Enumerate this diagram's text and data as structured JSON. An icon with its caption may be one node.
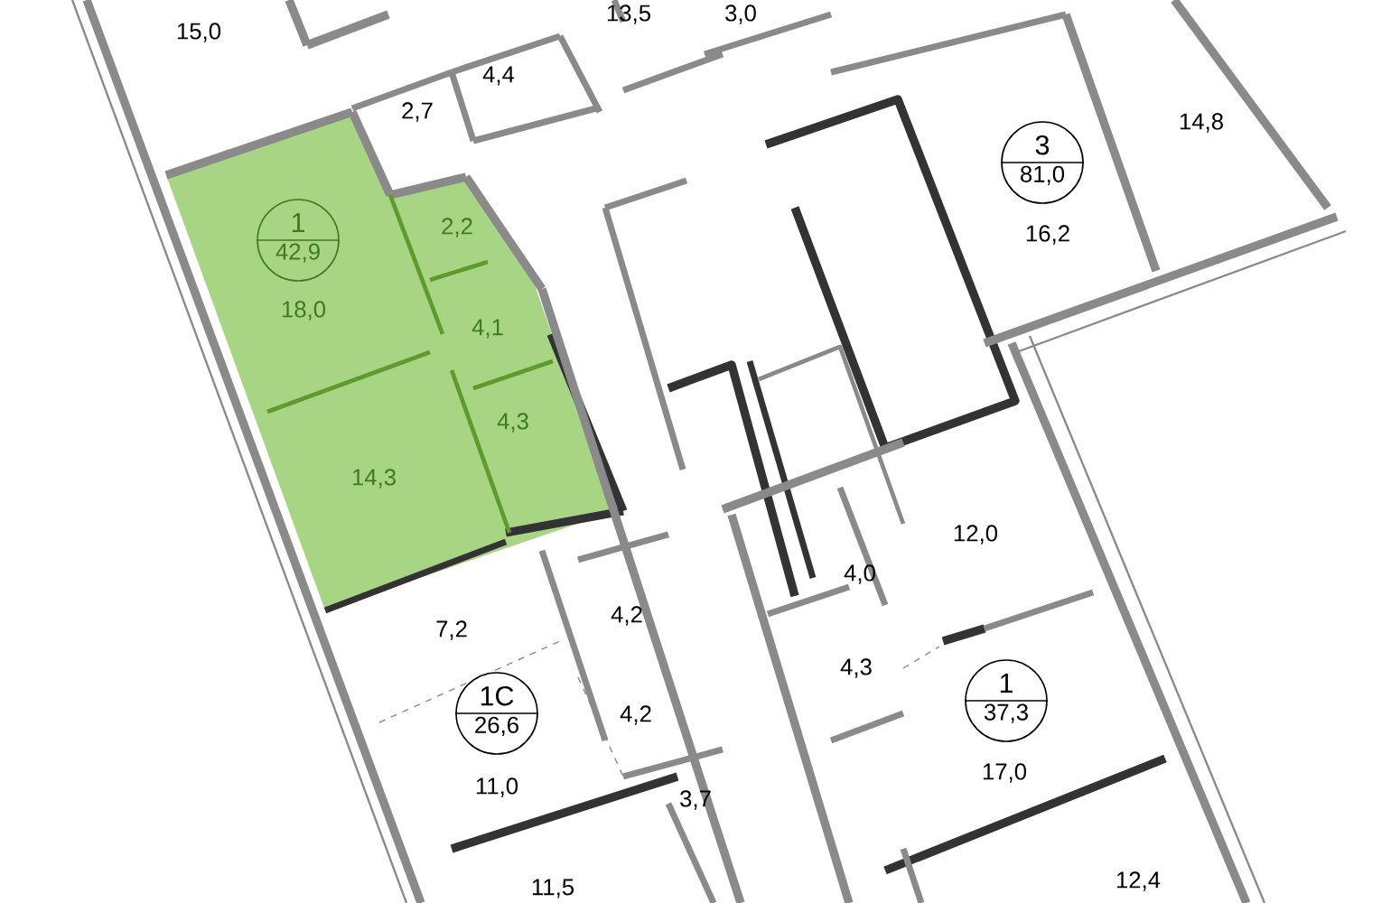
{
  "diagram": {
    "nodes": [
      {
        "text": [
          "1",
          "42,9"
        ]
      },
      {
        "text": [
          "3",
          "81,0"
        ]
      },
      {
        "text": [
          "1C",
          "26,6"
        ]
      },
      {
        "text": [
          "1",
          "37,3"
        ]
      }
    ],
    "labels": [
      "15,0",
      "13,5",
      "3,0",
      "4,4",
      "2,7",
      "14,8",
      "2,2",
      "16,2",
      "18,0",
      "4,1",
      "4,3",
      "14,3",
      "12,0",
      "4,0",
      "7,2",
      "4,2",
      "4,3",
      "4,2",
      "17,0",
      "11,0",
      "3,7",
      "12,4",
      "11,5"
    ]
  }
}
